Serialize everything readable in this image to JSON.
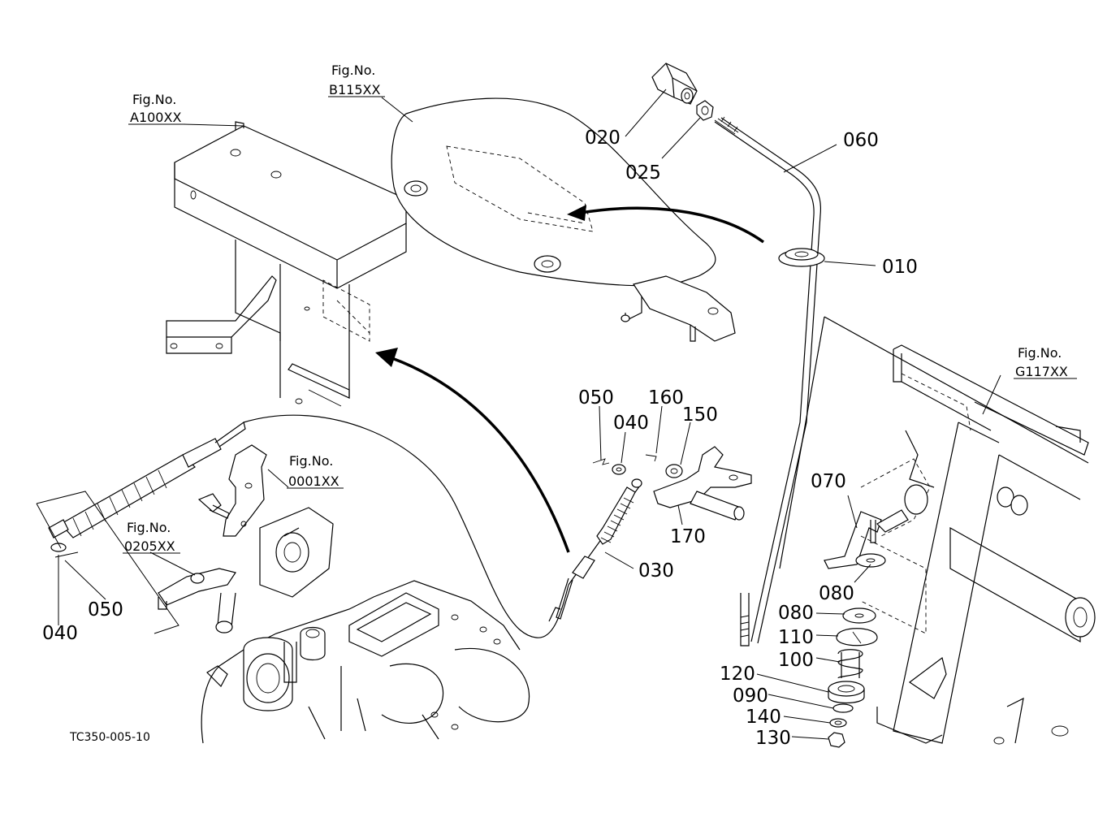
{
  "drawing_code": "TC350-005-10",
  "figure_refs": {
    "a100": {
      "line1": "Fig.No.",
      "line2": "A100XX"
    },
    "b115": {
      "line1": "Fig.No.",
      "line2": "B115XX"
    },
    "g117": {
      "line1": "Fig.No.",
      "line2": "G117XX"
    },
    "f0001": {
      "line1": "Fig.No.",
      "line2": "0001XX"
    },
    "f0205": {
      "line1": "Fig.No.",
      "line2": "0205XX"
    }
  },
  "callouts": {
    "p020": "020",
    "p025": "025",
    "p060": "060",
    "p010": "010",
    "p050_top": "050",
    "p040_top": "040",
    "p160": "160",
    "p150": "150",
    "p170": "170",
    "p030": "030",
    "p070": "070",
    "p080_a": "080",
    "p080_b": "080",
    "p110": "110",
    "p100": "100",
    "p120": "120",
    "p090": "090",
    "p140": "140",
    "p130": "130",
    "p040_left": "040",
    "p050_left": "050"
  }
}
